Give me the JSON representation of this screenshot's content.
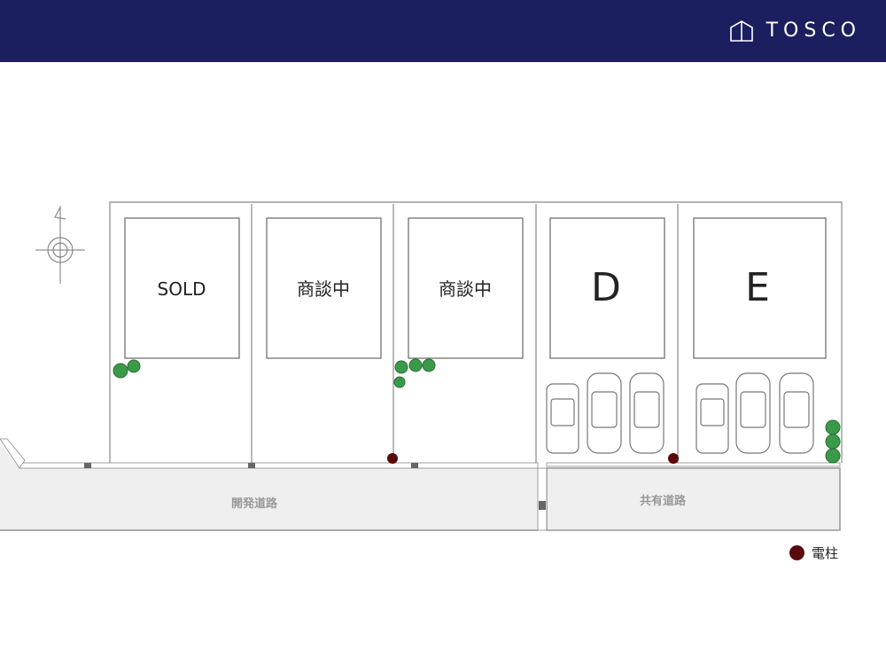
{
  "header": {
    "brand": "TOSCO"
  },
  "lots": [
    {
      "id": "A",
      "label": "SOLD"
    },
    {
      "id": "B",
      "label": "商談中"
    },
    {
      "id": "C",
      "label": "商談中"
    },
    {
      "id": "D",
      "label": "D"
    },
    {
      "id": "E",
      "label": "E"
    }
  ],
  "roads": {
    "development": "開発道路",
    "shared": "共有道路"
  },
  "legend": {
    "utility_pole": "電柱"
  },
  "colors": {
    "header": "#1b1f5f",
    "pole": "#5a0a0a",
    "tree": "#3a9a4a",
    "road": "#efefef"
  }
}
